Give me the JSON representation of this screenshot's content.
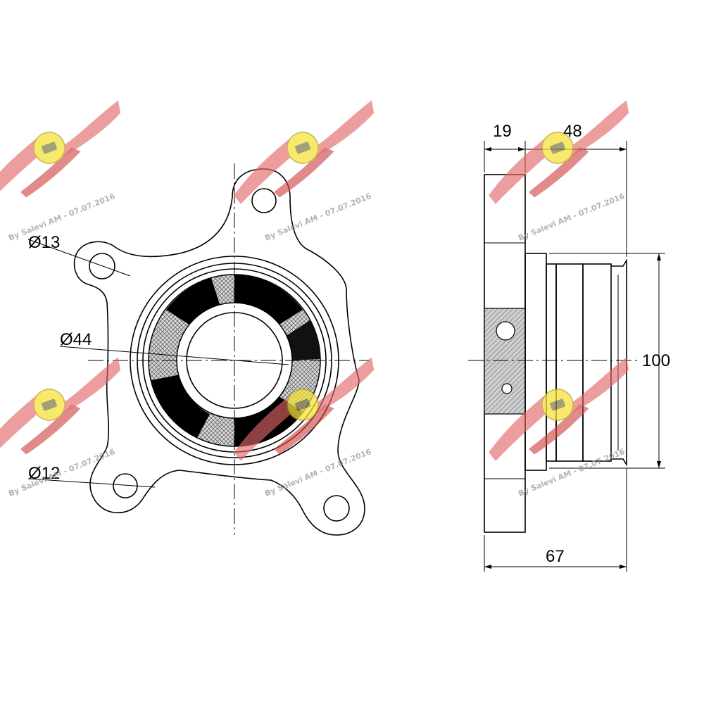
{
  "front_view": {
    "hole_upper_label": "Ø13",
    "bore_label": "Ø44",
    "hole_lower_label": "Ø12"
  },
  "side_view": {
    "flange_width_label": "19",
    "hub_length_label": "48",
    "hub_diameter_label": "100",
    "overall_length_label": "67"
  },
  "watermark": {
    "text": "By Salevi AM - 07.07.2016",
    "logo": "winged-wheel-logo",
    "color": "#d9534f"
  }
}
